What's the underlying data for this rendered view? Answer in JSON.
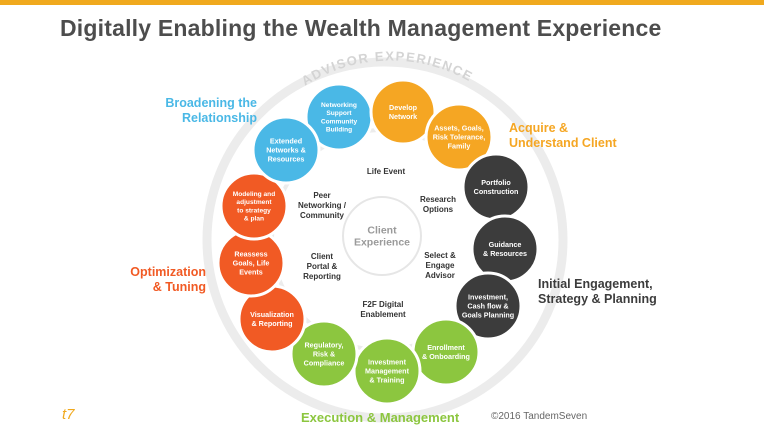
{
  "title": "Digitally Enabling the Wealth Management Experience",
  "arc_label": "ADVISOR EXPERIENCE",
  "center_label": [
    "Client",
    "Experience"
  ],
  "inner_labels": [
    {
      "id": "life-event",
      "lines": [
        "Life Event"
      ]
    },
    {
      "id": "research-options",
      "lines": [
        "Research",
        "Options"
      ]
    },
    {
      "id": "select-engage",
      "lines": [
        "Select &",
        "Engage",
        "Advisor"
      ]
    },
    {
      "id": "f2f",
      "lines": [
        "F2F Digital",
        "Enablement"
      ]
    },
    {
      "id": "client-portal",
      "lines": [
        "Client",
        "Portal &",
        "Reporting"
      ]
    },
    {
      "id": "peer-networking",
      "lines": [
        "Peer",
        "Networking /",
        "Community"
      ]
    }
  ],
  "circles": [
    {
      "id": "networking",
      "lines": [
        "Networking",
        "Support",
        "Community",
        "Building"
      ],
      "color": "#4ab8e6",
      "group": "broadening"
    },
    {
      "id": "develop-network",
      "lines": [
        "Develop",
        "Network"
      ],
      "color": "#f5a623",
      "group": "acquire"
    },
    {
      "id": "assets-goals",
      "lines": [
        "Assets, Goals,",
        "Risk Tolerance,",
        "Family"
      ],
      "color": "#f5a623",
      "group": "acquire"
    },
    {
      "id": "portfolio",
      "lines": [
        "Portfolio",
        "Construction"
      ],
      "color": "#3c3c3c",
      "group": "initial"
    },
    {
      "id": "guidance",
      "lines": [
        "Guidance",
        "& Resources"
      ],
      "color": "#3c3c3c",
      "group": "initial"
    },
    {
      "id": "investment-cashflow",
      "lines": [
        "Investment,",
        "Cash flow &",
        "Goals Planning"
      ],
      "color": "#3c3c3c",
      "group": "initial"
    },
    {
      "id": "enrollment",
      "lines": [
        "Enrollment",
        "& Onboarding"
      ],
      "color": "#8cc63f",
      "group": "execution"
    },
    {
      "id": "investment-mgmt",
      "lines": [
        "Investment",
        "Management",
        "& Training"
      ],
      "color": "#8cc63f",
      "group": "execution"
    },
    {
      "id": "regulatory",
      "lines": [
        "Regulatory,",
        "Risk &",
        "Compliance"
      ],
      "color": "#8cc63f",
      "group": "execution"
    },
    {
      "id": "visualization",
      "lines": [
        "Visualization",
        "& Reporting"
      ],
      "color": "#f15a24",
      "group": "optimization"
    },
    {
      "id": "reassess",
      "lines": [
        "Reassess",
        "Goals, Life",
        "Events"
      ],
      "color": "#f15a24",
      "group": "optimization"
    },
    {
      "id": "modeling",
      "lines": [
        "Modeling and",
        "adjustment",
        "to strategy",
        "& plan"
      ],
      "color": "#f15a24",
      "group": "optimization"
    },
    {
      "id": "extended-networks",
      "lines": [
        "Extended",
        "Networks &",
        "Resources"
      ],
      "color": "#4ab8e6",
      "group": "broadening"
    }
  ],
  "categories": {
    "broadening": {
      "lines": [
        "Broadening the",
        "Relationship"
      ],
      "color": "#4ab8e6"
    },
    "acquire": {
      "lines": [
        "Acquire &",
        "Understand Client"
      ],
      "color": "#f5a623"
    },
    "initial": {
      "lines": [
        "Initial Engagement,",
        "Strategy & Planning"
      ],
      "color": "#3c3c3c"
    },
    "optimization": {
      "lines": [
        "Optimization",
        "& Tuning"
      ],
      "color": "#f15a24"
    },
    "execution": {
      "lines": [
        "Execution & Management"
      ],
      "color": "#8cc63f"
    }
  },
  "logo": "t7",
  "copyright": "©2016 TandemSeven"
}
